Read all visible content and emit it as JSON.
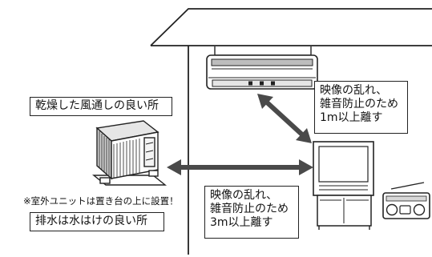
{
  "labels": {
    "dry_location": "乾燥した風通しの良い所",
    "outdoor_note": "※室外ユニットは置き台の上に設置！",
    "drain_location": "排水は水はけの良い所",
    "indoor_clearance": [
      "映像の乱れ、",
      "雑音防止のため",
      "1m以上離す"
    ],
    "outdoor_clearance": [
      "映像の乱れ、",
      "雑音防止のため",
      "3m以上離す"
    ]
  },
  "figure": {
    "objects": [
      "house-roofline",
      "indoor-ac-unit",
      "outdoor-ac-unit",
      "television",
      "radio"
    ],
    "arrows": [
      "indoor-to-tv-double-arrow",
      "outdoor-to-tv-double-arrow"
    ]
  },
  "colors": {
    "line": "#222222",
    "panel_gray": "#d8d8d8",
    "wall_shade": "#e8e8e8",
    "arrow": "#4a4a4a"
  }
}
